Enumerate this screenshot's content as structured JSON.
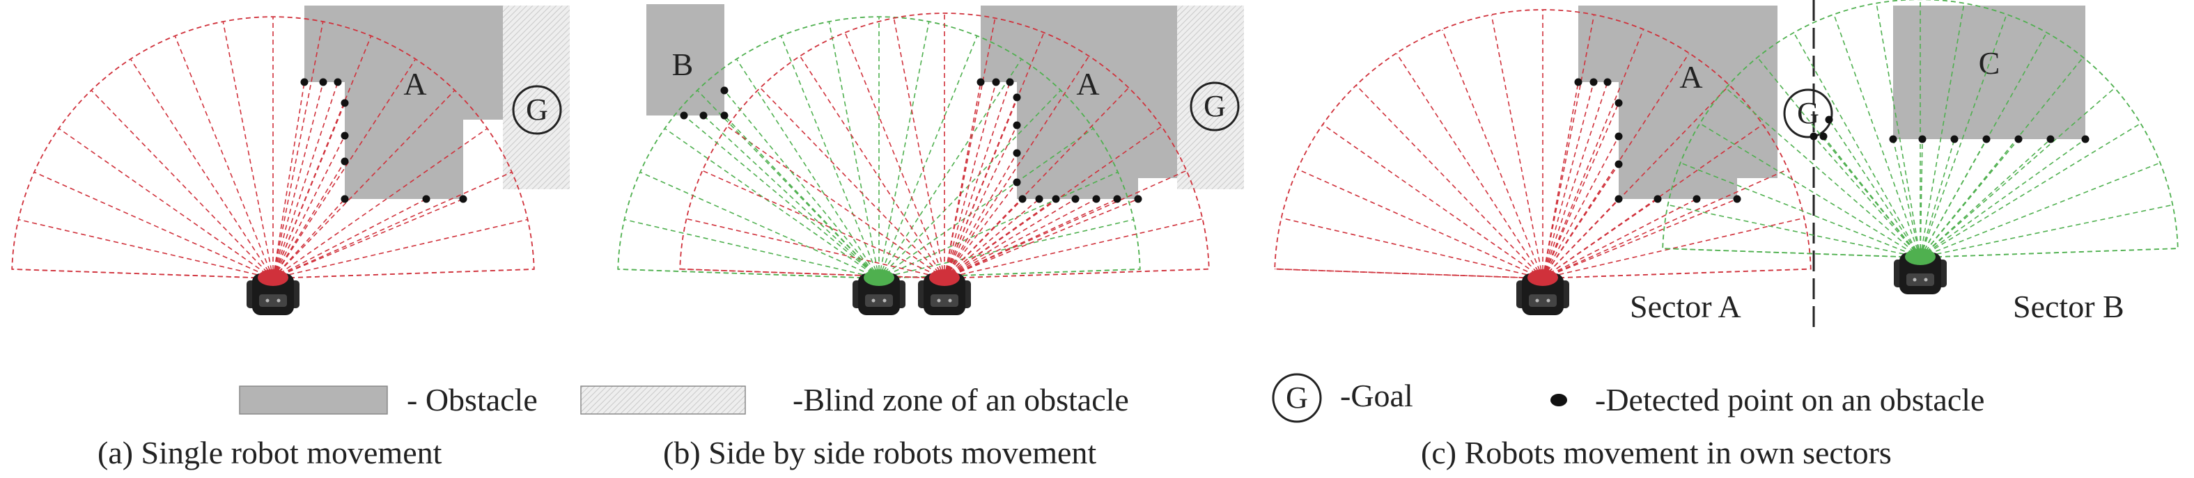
{
  "colors": {
    "obstacle": "#b4b4b4",
    "blind_zone": "#e8e8e8",
    "ray_red": "#d0313b",
    "ray_green": "#4fb04f",
    "point": "#111111",
    "robot_body": "#1a1a1a"
  },
  "panels": {
    "a": {
      "obstacle": "A",
      "goal": "G",
      "caption": "(a) Single robot movement"
    },
    "b": {
      "obstacle_small": "B",
      "obstacle": "A",
      "goal": "G",
      "caption": "(b) Side by side robots movement"
    },
    "c": {
      "obstacle_a": "A",
      "obstacle_c": "C",
      "goal": "G",
      "sector_a": "Sector A",
      "sector_b": "Sector B",
      "caption": "(c) Robots movement in own sectors"
    }
  },
  "legend": {
    "obstacle": "- Obstacle",
    "blind_zone": "-Blind zone of an obstacle",
    "goal_symbol": "G",
    "goal": "-Goal",
    "detected_point": "-Detected point on an obstacle"
  }
}
